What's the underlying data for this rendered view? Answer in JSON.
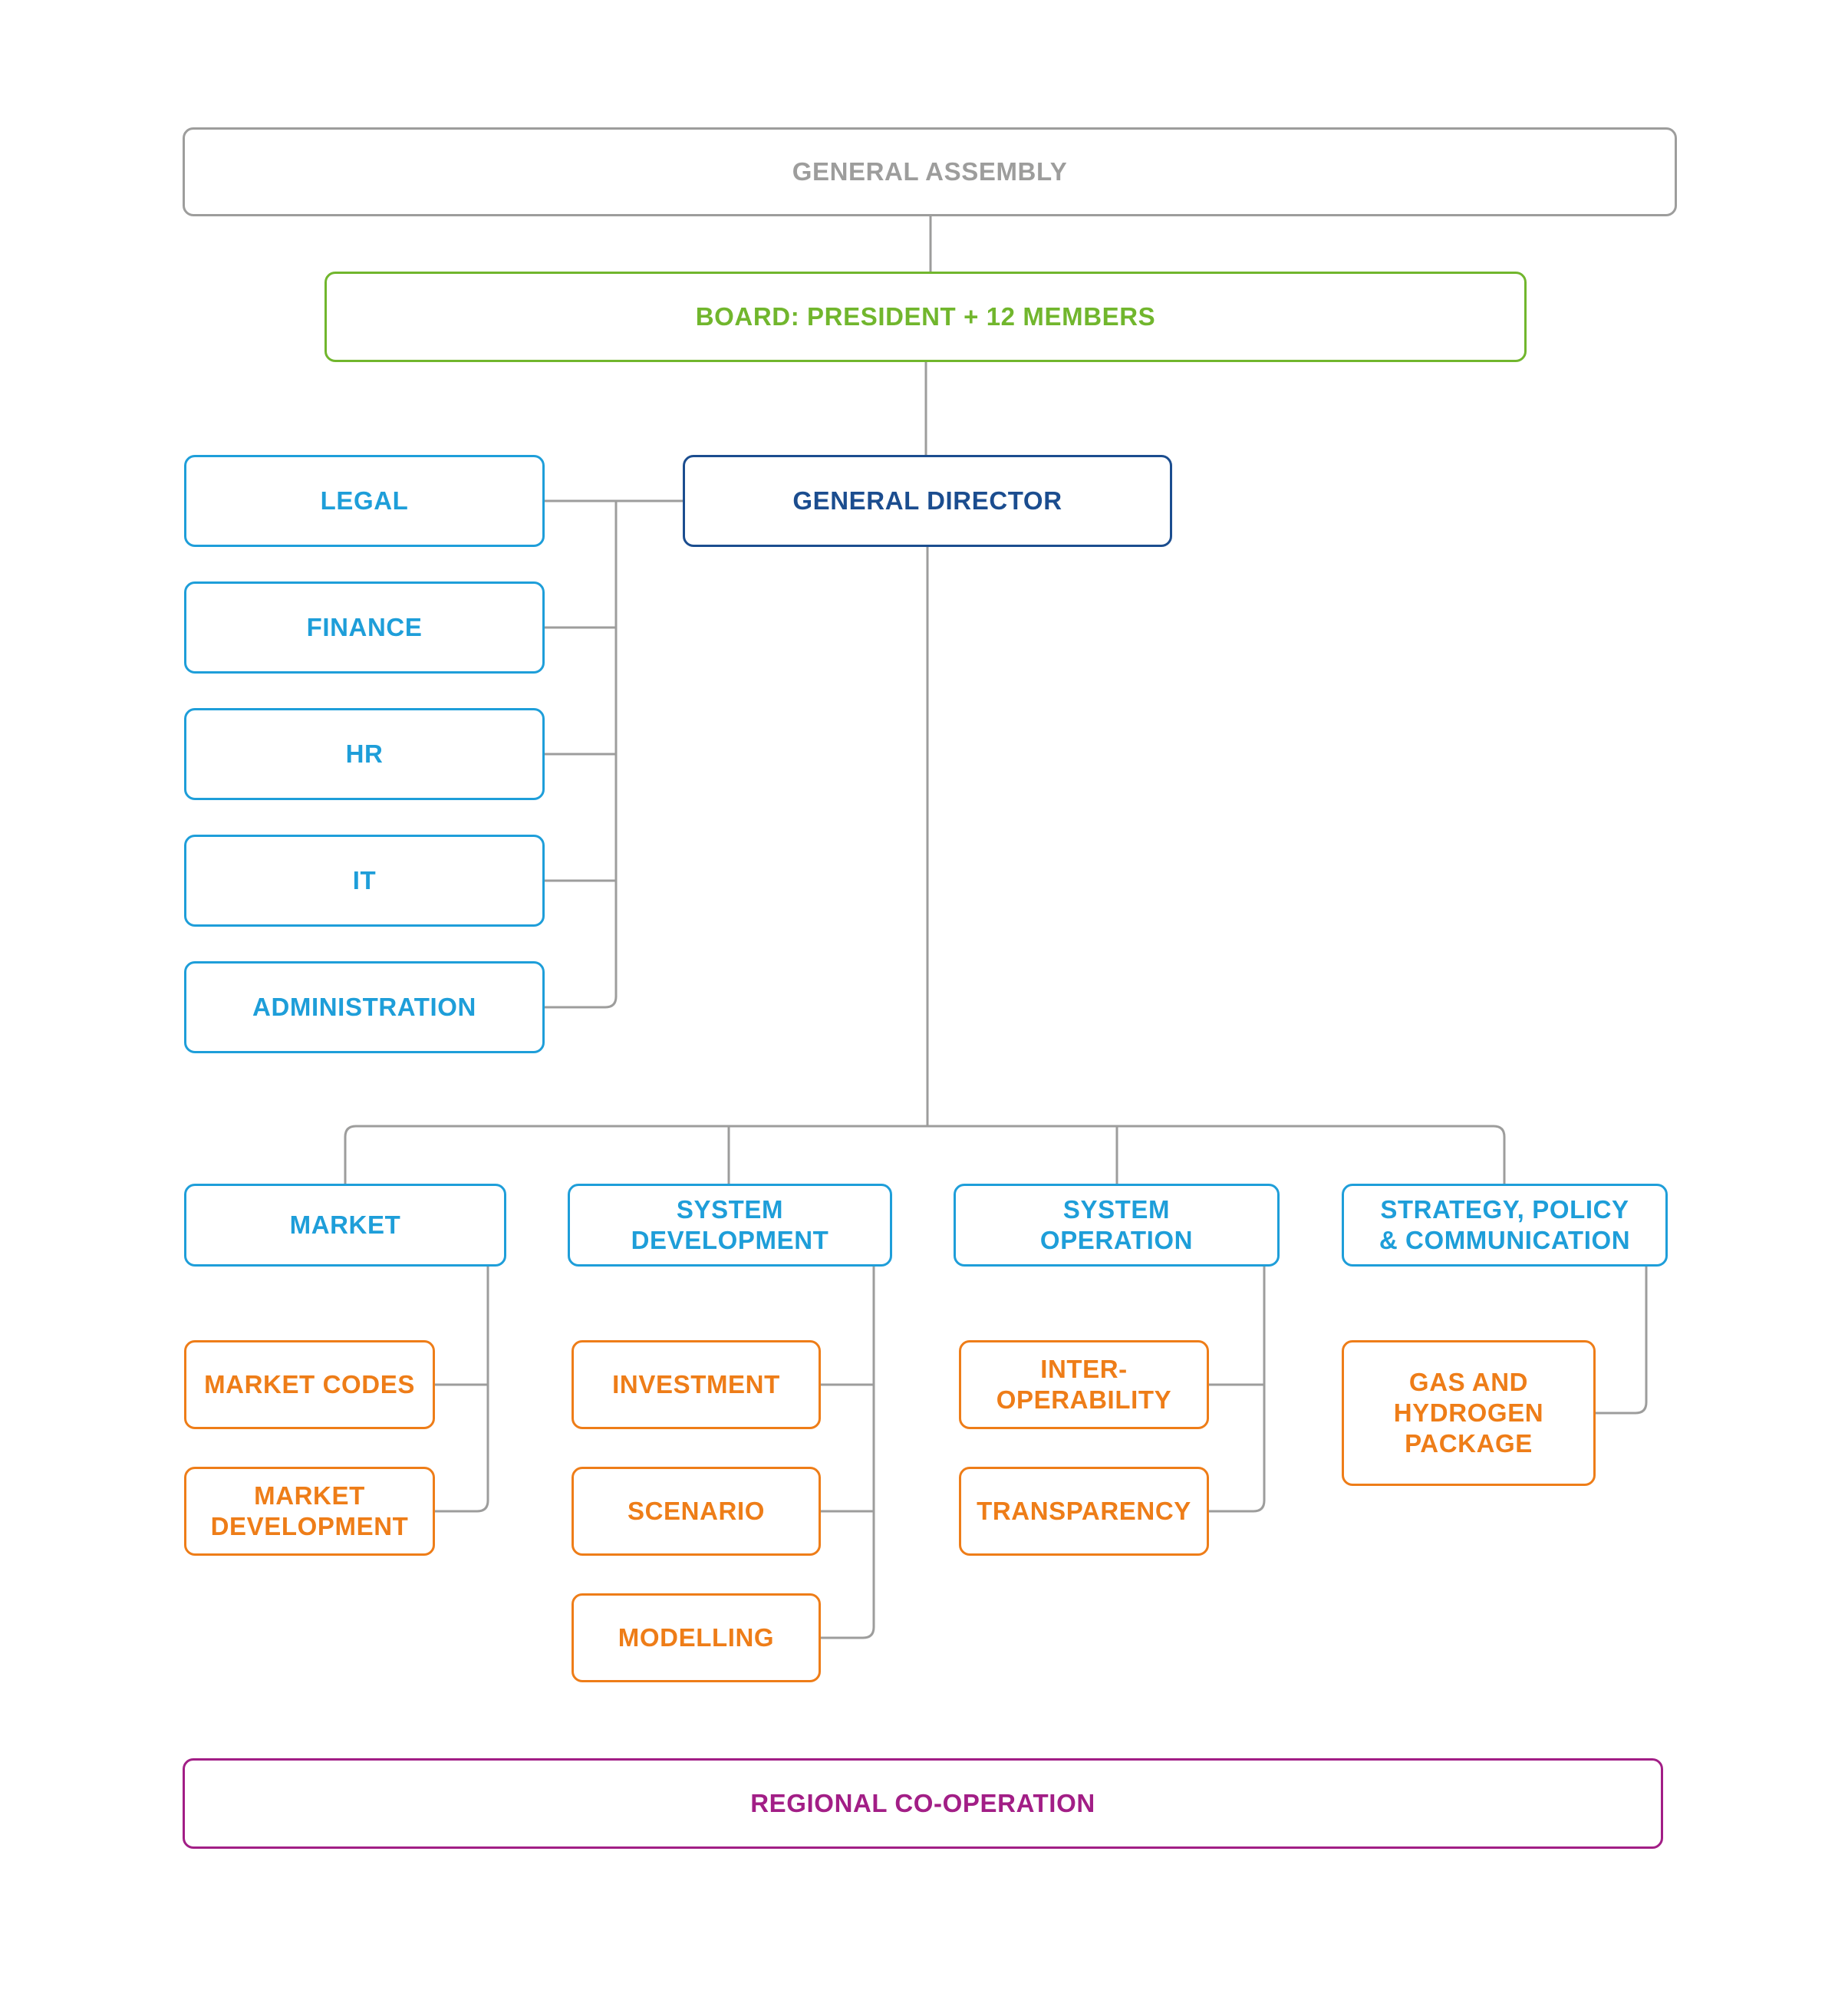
{
  "diagram_type": "organisation-chart",
  "nodes": {
    "general_assembly": {
      "label": "GENERAL ASSEMBLY"
    },
    "board": {
      "label": "BOARD: PRESIDENT + 12 MEMBERS"
    },
    "general_director": {
      "label": "GENERAL DIRECTOR"
    },
    "support_units": [
      {
        "label": "LEGAL"
      },
      {
        "label": "FINANCE"
      },
      {
        "label": "HR"
      },
      {
        "label": "IT"
      },
      {
        "label": "ADMINISTRATION"
      }
    ],
    "departments": [
      {
        "label": "MARKET",
        "teams": [
          {
            "label": "MARKET CODES"
          },
          {
            "label": "MARKET\nDEVELOPMENT"
          }
        ]
      },
      {
        "label": "SYSTEM\nDEVELOPMENT",
        "teams": [
          {
            "label": "INVESTMENT"
          },
          {
            "label": "SCENARIO"
          },
          {
            "label": "MODELLING"
          }
        ]
      },
      {
        "label": "SYSTEM\nOPERATION",
        "teams": [
          {
            "label": "INTER-\nOPERABILITY"
          },
          {
            "label": "TRANSPARENCY"
          }
        ]
      },
      {
        "label": "STRATEGY, POLICY\n& COMMUNICATION",
        "teams": [
          {
            "label": "GAS AND\nHYDROGEN\nPACKAGE"
          }
        ]
      }
    ],
    "regional_cooperation": {
      "label": "REGIONAL CO-OPERATION"
    }
  },
  "colors": {
    "background": "#FFFFFF",
    "connector": "#9D9D9C",
    "assembly_gray": "#9D9D9C",
    "board_green": "#71B62D",
    "director_navy": "#1B4D8F",
    "unit_blue": "#1E9ED9",
    "team_orange": "#EE7D18",
    "regional_magenta": "#A21E86"
  }
}
